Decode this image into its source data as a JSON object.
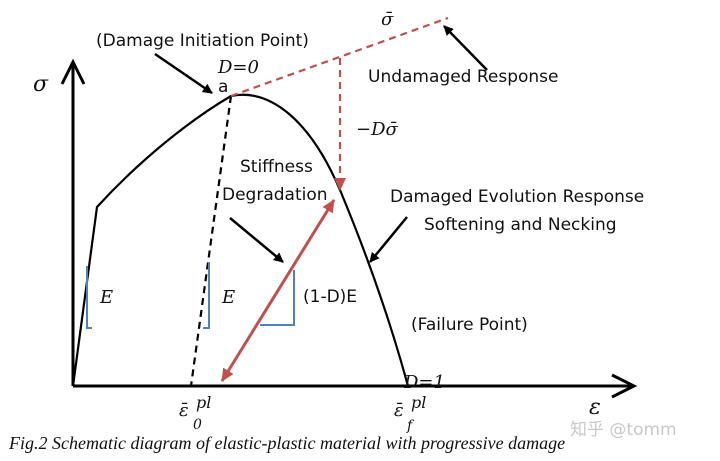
{
  "labels": {
    "sigma_bar": "σ̄",
    "damage_initiation": "(Damage Initiation Point)",
    "d_zero": "D=0",
    "point_a": "a",
    "axis_sigma": "σ",
    "undamaged_response": "Undamaged Response",
    "minus_d_sigma_bar": "−Dσ̄",
    "stiffness": "Stiffness",
    "degradation": "Degradation",
    "damaged_evolution": "Damaged Evolution Response",
    "softening_necking": "Softening and Necking",
    "e_left": "E",
    "e_middle": "E",
    "reduced_modulus": "(1-D)E",
    "failure_point": "(Failure Point)",
    "d_one": "D=1",
    "eps_0_main": "ε̄",
    "eps_0_sub": "0",
    "eps_0_sup": "pl",
    "eps_f_main": "ε̄",
    "eps_f_sub": "f",
    "eps_f_sup": "pl",
    "axis_epsilon": "ε"
  },
  "caption": "Fig.2 Schematic diagram of elastic-plastic material with progressive damage",
  "watermark": "知乎 @tomm",
  "colors": {
    "curve": "#000000",
    "red": "#c0504d",
    "blue": "#4f81bd"
  }
}
